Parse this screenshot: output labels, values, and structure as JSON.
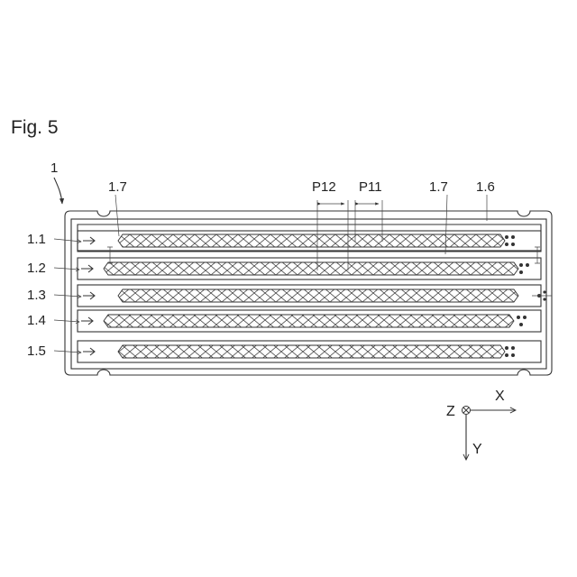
{
  "figure": {
    "title": "Fig. 5"
  },
  "labels": {
    "device": "1",
    "layer_1_1": "1.1",
    "layer_1_2": "1.2",
    "layer_1_3": "1.3",
    "layer_1_4": "1.4",
    "layer_1_5": "1.5",
    "track_left": "1.7",
    "track_right": "1.7",
    "outline": "1.6",
    "pitch_p12": "P12",
    "pitch_p11": "P11"
  },
  "axes": {
    "x": "X",
    "y": "Y",
    "z": "Z"
  },
  "colors": {
    "line": "#333333",
    "background": "#ffffff"
  }
}
